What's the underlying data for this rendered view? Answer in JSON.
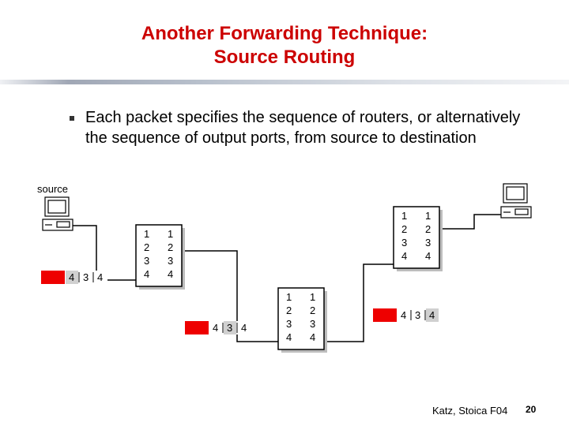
{
  "title": {
    "line1": "Another Forwarding Technique:",
    "line2": "Source Routing"
  },
  "bullet": "Each packet specifies the sequence of routers, or alternatively the sequence of output ports, from source to destination",
  "source_label": "source",
  "port_numbers": [
    "1",
    "2",
    "3",
    "4"
  ],
  "packets": [
    {
      "header": [
        "4",
        "3",
        "4"
      ],
      "highlight_index": 0
    },
    {
      "header": [
        "4",
        "3",
        "4"
      ],
      "highlight_index": 1
    },
    {
      "header": [
        "4",
        "3",
        "4"
      ],
      "highlight_index": 2
    }
  ],
  "colors": {
    "title": "#cc0000",
    "header_highlight": "#ee0000"
  },
  "footer": {
    "credit": "Katz, Stoica F04",
    "page": "20"
  }
}
